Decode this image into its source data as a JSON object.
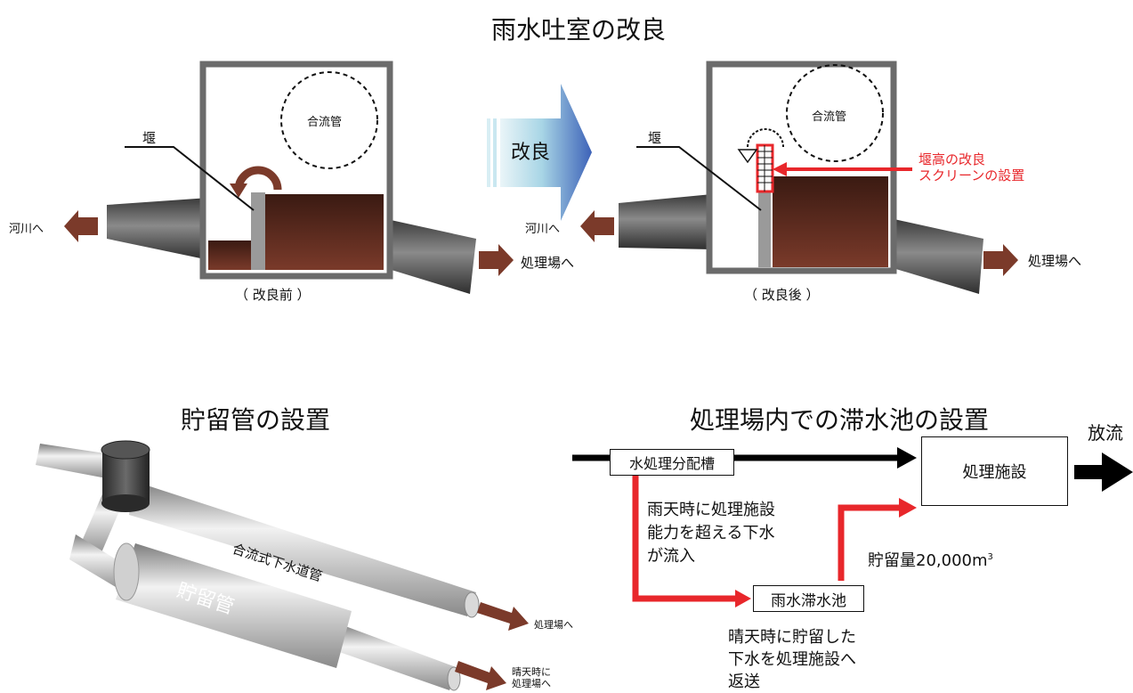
{
  "top": {
    "title": "雨水吐室の改良",
    "arrow_label": "改良",
    "before": {
      "caption": "（ 改良前 ）",
      "weir_label": "堰",
      "pipe_label": "合流管",
      "river_label": "河川へ",
      "plant_label": "処理場へ"
    },
    "after": {
      "caption": "（ 改良後 ）",
      "weir_label": "堰",
      "pipe_label": "合流管",
      "river_label": "河川へ",
      "plant_label": "処理場へ",
      "improvement_line1": "堰高の改良",
      "improvement_line2": "スクリーンの設置"
    }
  },
  "storage_pipe": {
    "title": "貯留管の設置",
    "combined_pipe_label": "合流式下水道管",
    "storage_label": "貯留管",
    "outlet1_label": "処理場へ",
    "outlet2_line1": "晴天時に",
    "outlet2_line2": "処理場へ"
  },
  "tank": {
    "title": "処理場内での滞水池の設置",
    "discharge_label": "放流",
    "distribution_tank": "水処理分配槽",
    "treatment_facility": "処理施設",
    "inflow_note": [
      "雨天時に処理施設",
      "能力を超える下水",
      "が流入"
    ],
    "storage_volume": "貯留量20,000m",
    "storage_volume_sup": "3",
    "rain_tank": "雨水滞水池",
    "return_note": [
      "晴天時に貯留した",
      "下水を処理施設へ",
      "返送"
    ]
  }
}
